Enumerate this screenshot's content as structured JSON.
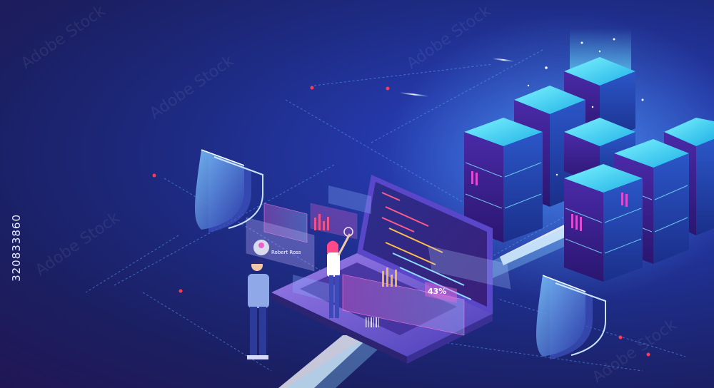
{
  "image": {
    "stock_id": "320833860",
    "watermark": "Adobe Stock",
    "profile_name": "Robert Ross",
    "progress_label": "43%"
  },
  "colors": {
    "background": "#1d2a80",
    "accent_cyan": "#47e6ff",
    "accent_magenta": "#e04bd6",
    "server_body": "#3e1f8a",
    "red_dot": "#ff3a52"
  },
  "icons": [
    "shield-icon",
    "server-icon",
    "laptop-icon",
    "person-icon"
  ]
}
